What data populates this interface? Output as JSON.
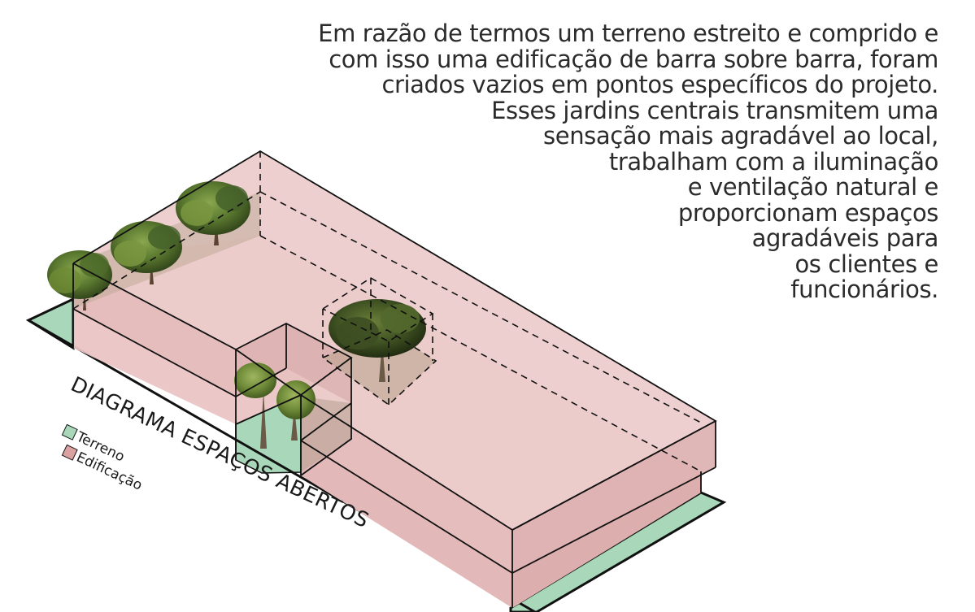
{
  "description_lines": [
    "Em razão de termos um terreno estreito e comprido e",
    "com isso uma edificação de barra sobre barra, foram",
    "criados vazios em pontos específicos do projeto.",
    "Esses jardins centrais transmitem uma",
    "sensação mais agradável ao local,",
    "trabalham com a iluminação",
    "e ventilação natural e",
    "proporcionam espaços",
    "agradáveis para",
    "os clientes e",
    "funcionários."
  ],
  "diagram_title": "DIAGRAMA ESPAÇOS ABERTOS",
  "legend": [
    {
      "label": "Terreno",
      "color": "#a8d8b9"
    },
    {
      "label": "Edificação",
      "color": "#dba2a2"
    }
  ],
  "colors": {
    "terrain": "#a8d8b9",
    "building": "#ebc4c4",
    "building_side": "#e0b3b3",
    "line": "#111111",
    "tree": "#4d6b2b"
  }
}
